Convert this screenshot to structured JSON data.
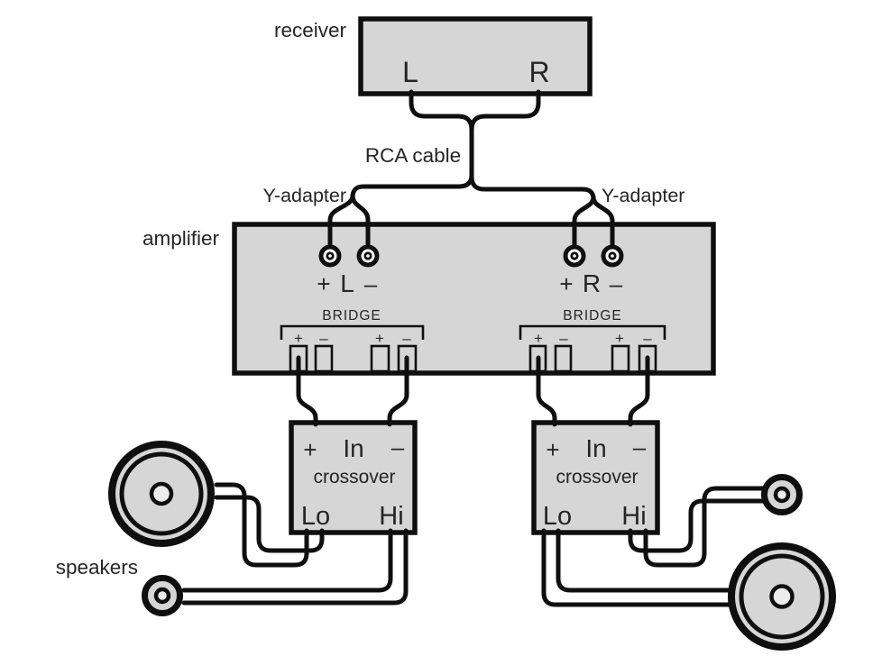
{
  "colors": {
    "background": "#ffffff",
    "box_fill": "#d6d6d6",
    "line": "#0f0f0f",
    "text": "#252525",
    "jack_fill": "#ffffff",
    "speaker_center": "#ececec"
  },
  "receiver": {
    "label": "receiver",
    "left_jack": "L",
    "right_jack": "R"
  },
  "cables": {
    "rca_label": "RCA cable",
    "y_adapter_left": "Y-adapter",
    "y_adapter_right": "Y-adapter"
  },
  "amplifier": {
    "label": "amplifier",
    "left_channel": {
      "plus": "+",
      "name": "L",
      "minus": "–"
    },
    "right_channel": {
      "plus": "+",
      "name": "R",
      "minus": "–"
    },
    "left_bridge": {
      "label": "BRIDGE",
      "terminals": [
        "+",
        "–",
        "+",
        "–"
      ]
    },
    "right_bridge": {
      "label": "BRIDGE",
      "terminals": [
        "+",
        "–",
        "+",
        "–"
      ]
    }
  },
  "crossovers": {
    "left": {
      "plus": "+",
      "input": "In",
      "minus": "–",
      "label": "crossover",
      "low_out": "Lo",
      "high_out": "Hi"
    },
    "right": {
      "plus": "+",
      "input": "In",
      "minus": "–",
      "label": "crossover",
      "low_out": "Lo",
      "high_out": "Hi"
    }
  },
  "speakers": {
    "label": "speakers"
  }
}
